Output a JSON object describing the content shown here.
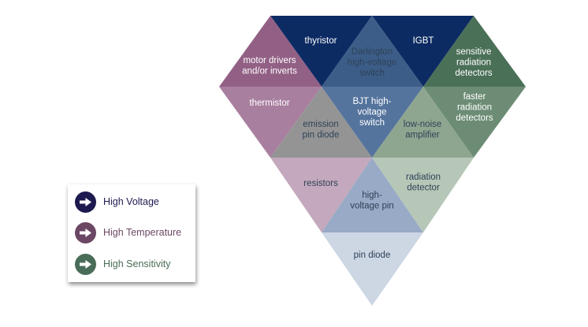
{
  "colors": {
    "voltage": "#1d1a4f",
    "temperature": "#6b4764",
    "sensitivity": "#496c58",
    "navy": "#0d2b63",
    "mauve": "#926085",
    "slate_blue": "#3c5d88",
    "dark_green": "#4b7058",
    "light_mauve": "#a97f9f",
    "grey": "#949494",
    "mid_slate": "#55749d",
    "sage": "#8ea690",
    "mid_green": "#6c8c75",
    "pale_mauve": "#c4a8bd",
    "pale_blue": "#98aac6",
    "pale_green": "#b7c7b7",
    "palest_blue": "#cdd6e3",
    "light_text": "#ffffff",
    "dark_text": "#2e4257"
  },
  "diagram": {
    "cells": [
      {
        "id": "thyristor",
        "lines": [
          "thyristor"
        ]
      },
      {
        "id": "igbt",
        "lines": [
          "IGBT"
        ]
      },
      {
        "id": "motor-drivers",
        "lines": [
          "motor drivers",
          "and/or inverts"
        ]
      },
      {
        "id": "darlington",
        "lines": [
          "Darlington",
          "high-voltage",
          "switch"
        ]
      },
      {
        "id": "sensitive-radiation-detectors",
        "lines": [
          "sensitive",
          "radiation",
          "detectors"
        ]
      },
      {
        "id": "thermistor",
        "lines": [
          "thermistor"
        ]
      },
      {
        "id": "bjt",
        "lines": [
          "BJT high-",
          "voltage",
          "switch"
        ]
      },
      {
        "id": "faster-radiation-detectors",
        "lines": [
          "faster",
          "radiation",
          "detectors"
        ]
      },
      {
        "id": "emission-pin-diode",
        "lines": [
          "emission",
          "pin diode"
        ]
      },
      {
        "id": "low-noise-amplifier",
        "lines": [
          "low-noise",
          "amplifier"
        ]
      },
      {
        "id": "resistors",
        "lines": [
          "resistors"
        ]
      },
      {
        "id": "radiation-detector",
        "lines": [
          "radiation",
          "detector"
        ]
      },
      {
        "id": "high-voltage-pin",
        "lines": [
          "high-",
          "voltage pin"
        ]
      },
      {
        "id": "pin-diode",
        "lines": [
          "pin diode"
        ]
      }
    ]
  },
  "legend": {
    "items": [
      {
        "label": "High Voltage",
        "icon": "arrow-right-icon"
      },
      {
        "label": "High Temperature",
        "icon": "arrow-right-icon"
      },
      {
        "label": "High Sensitivity",
        "icon": "arrow-right-icon"
      }
    ]
  }
}
